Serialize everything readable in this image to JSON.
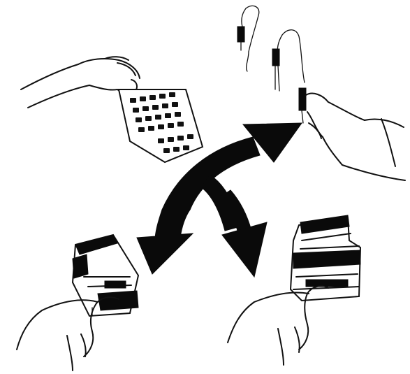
{
  "figure": {
    "code": "",
    "ink_color": "#111111",
    "background": "#ffffff"
  },
  "panels": [
    {
      "name": "keypad-panel",
      "shows": "hand-holding-keypad-grid"
    },
    {
      "name": "probe-panel",
      "shows": "hand-holding-probe-leads"
    },
    {
      "name": "connector-left-panel",
      "shows": "hand-pressing-connector-pod"
    },
    {
      "name": "connector-right-panel",
      "shows": "hand-pressing-connector-block"
    }
  ],
  "arrows": {
    "count": 3,
    "directions": [
      "up-right",
      "down-left",
      "down-right"
    ]
  }
}
